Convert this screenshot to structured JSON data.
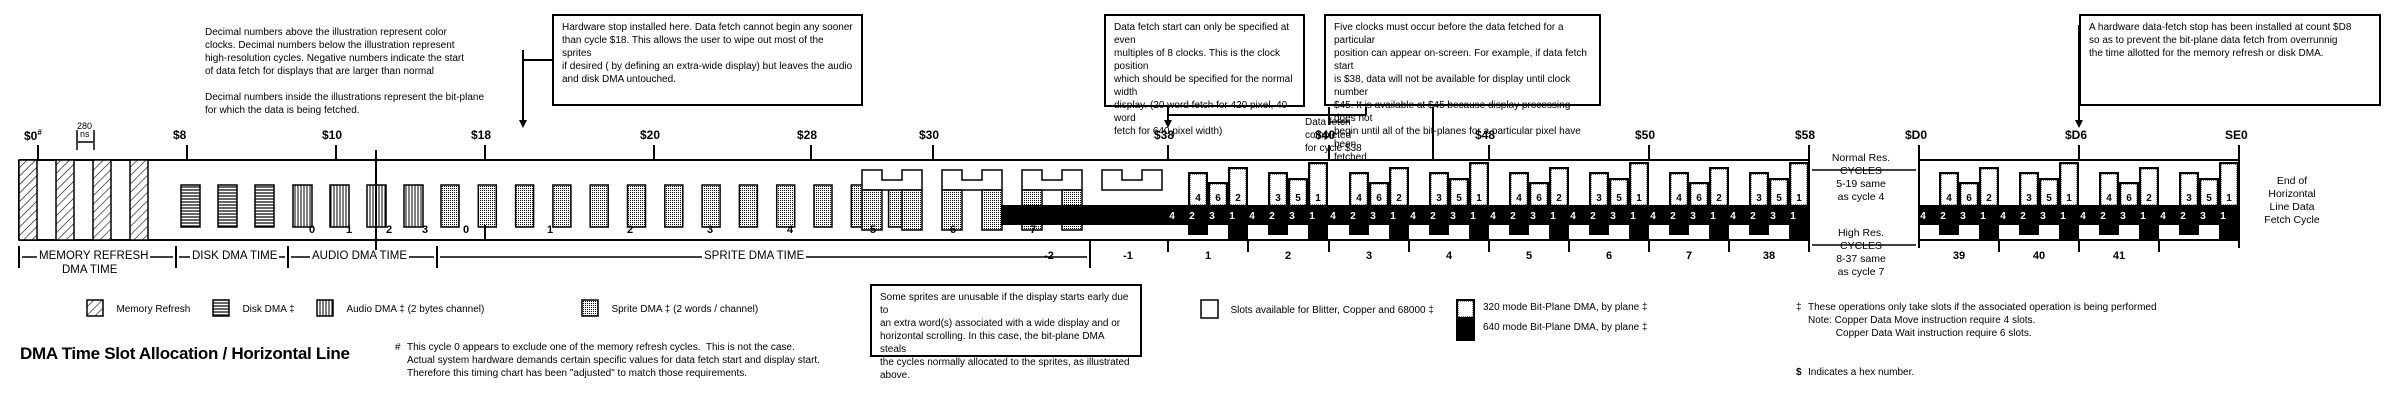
{
  "title": "DMA Time Slot Allocation / Horizontal Line",
  "notes": {
    "intro_1": "Decimal numbers above the illustration represent color\nclocks.  Decimal numbers below the illustration represent\nhigh-resolution cycles.  Negative numbers indicate the start\nof data fetch for displays that are larger than normal",
    "intro_2": "Decimal numbers inside the illustrations represent the bit-plane\nfor which the data is being fetched.",
    "hardware_stop": "Hardware stop installed here.  Data fetch cannot begin any sooner\nthan cycle $18.  This allows the user to wipe out most of the sprites\nif desired ( by defining an extra-wide display) but leaves the audio\nand disk DMA untouched.",
    "fetch_start": "Data fetch start can only be specified at even\nmultiples of 8 clocks.  This is the clock position\nwhich should be specified for the normal width\ndisplay.  (20 word fetch for 420 pixel, 40 word\nfetch for 640 pixel width)",
    "five_clocks": "Five clocks must occur before the data fetched for a particular\nposition can appear on-screen.  For example, if data fetch start\nis $38, data will not be available for display until clock number\n$45.  It is available at $45 because display processing does not\nbegin until all of the bit-planes for a particular pixel have been\nfetched.",
    "fetch_stop": "A hardware data-fetch stop has been installed at count $D8\nso as to prevent the bit-plane data fetch from overrunnig\nthe time allotted for the memory refresh or disk DMA.",
    "fetch_completed": "Data fetch\ncompleted\nfor cycle $38",
    "sprites_unusable": "Some sprites are unusable if the display starts early due to\nan extra word(s) associated with a wide display and or\nhorizontal scrolling.  In this case, the bit-plane DMA steals\nthe cycles normally allocated to the sprites, as illustrated\nabove.",
    "normal_res": "Normal Res.\nCYCLES\n5-19 same\nas cycle 4",
    "high_res": "High Res.\nCYCLES\n8-37 same\nas cycle 7",
    "end_of_line": "End of\nHorizontal\nLine Data\nFetch Cycle",
    "ns_value": "280",
    "ns_unit": "ns",
    "cycle0_footnote_mark": "#",
    "cycle0_footnote": "This cycle 0 appears to exclude one of the memory refresh cycles.  This is not the case.\nActual system hardware demands certain specific values for data fetch start and display start.\nTherefore this timing chart has been \"adjusted\" to match those requirements.",
    "ops_footnote_mark": "‡",
    "ops_footnote": "These operations only take slots if the associated operation is being performed\nNote: Copper Data Move instruction require 4 slots.\n          Copper Data Wait instruction require 6 slots.",
    "hex_footnote_mark": "$",
    "hex_footnote": "Indicates a hex number."
  },
  "hex_ticks": [
    {
      "label": "$0",
      "sup": "#"
    },
    {
      "label": "$8"
    },
    {
      "label": "$10"
    },
    {
      "label": "$18"
    },
    {
      "label": "$20"
    },
    {
      "label": "$28"
    },
    {
      "label": "$30"
    },
    {
      "label": "$38"
    },
    {
      "label": "$40"
    },
    {
      "label": "$48"
    },
    {
      "label": "$50"
    },
    {
      "label": "$58"
    },
    {
      "label": "$D0"
    },
    {
      "label": "$D6"
    },
    {
      "label": "SE0"
    }
  ],
  "spans": [
    {
      "label": "MEMORY REFRESH",
      "label2": "DMA TIME"
    },
    {
      "label": "DISK DMA TIME"
    },
    {
      "label": "AUDIO DMA TIME"
    },
    {
      "label": "SPRITE DMA TIME"
    }
  ],
  "audio_channels": [
    "0",
    "1",
    "2",
    "3"
  ],
  "sprite_channels": [
    "0",
    "1",
    "2",
    "3",
    "4",
    "5",
    "6",
    "7"
  ],
  "hires_cycles": [
    "-2",
    "-1",
    "1",
    "2",
    "3",
    "4",
    "5",
    "6",
    "7",
    "38",
    "39",
    "40",
    "41"
  ],
  "lowres_planes": [
    "4",
    "6",
    "2",
    "3",
    "5",
    "1"
  ],
  "hires_planes": [
    "4",
    "2",
    "3",
    "1"
  ],
  "legend": [
    {
      "key": "memory-refresh",
      "label": "Memory Refresh"
    },
    {
      "key": "disk",
      "label": "Disk DMA ‡"
    },
    {
      "key": "audio",
      "label": "Audio DMA ‡ (2 bytes channel)"
    },
    {
      "key": "sprite",
      "label": "Sprite DMA ‡ (2 words / channel)"
    },
    {
      "key": "free",
      "label": "Slots available for Blitter, Copper and 68000 ‡"
    },
    {
      "key": "bp320",
      "label": "320 mode Bit-Plane DMA, by plane ‡"
    },
    {
      "key": "bp640",
      "label": "640 mode Bit-Plane DMA, by plane ‡"
    }
  ]
}
